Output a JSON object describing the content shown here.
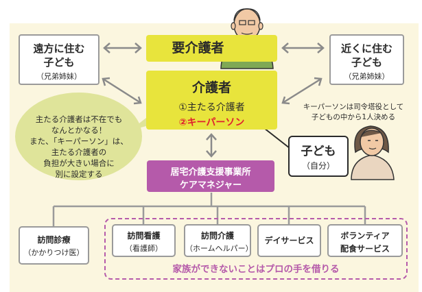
{
  "far_relatives": {
    "main": "遠方に住む\n子ども",
    "sub": "（兄弟姉妹）"
  },
  "near_relatives": {
    "main": "近くに住む\n子ども",
    "sub": "（兄弟姉妹）"
  },
  "care_recipient": {
    "label": "要介護者"
  },
  "caregiver": {
    "title": "介護者",
    "item1": "①主たる介護者",
    "item2": "②キーパーソン"
  },
  "green_note": {
    "lines": [
      "主たる介護者は不在でも",
      "なんとかなる！",
      "また、「キーパーソン」は、",
      "主たる介護者の",
      "負担が大きい場合に",
      "別に設定する"
    ]
  },
  "keyperson_note": {
    "lines": [
      "キーパーソンは司令塔役として",
      "子どもの中から1人決める"
    ]
  },
  "child": {
    "main": "子ども",
    "sub": "（自分）"
  },
  "care_office": {
    "line1": "居宅介護支援事業所",
    "line2": "ケアマネジャー"
  },
  "services": [
    {
      "l1": "訪問診療",
      "l2": "（かかりつけ医）"
    },
    {
      "l1": "訪問看護",
      "l2": "（看護師）"
    },
    {
      "l1": "訪問介護",
      "l2": "（ホームヘルパー）"
    },
    {
      "single": "デイサービス"
    },
    {
      "l1": "ボランティア",
      "l2": "配食サービス"
    }
  ],
  "family_caption": "家族ができないことはプロの手を借りる",
  "colors": {
    "yellow": "#e8e43c",
    "purple": "#b55aaa",
    "red": "#e0202e",
    "green_note": "#dfe49a",
    "background": "#fbf6df"
  }
}
